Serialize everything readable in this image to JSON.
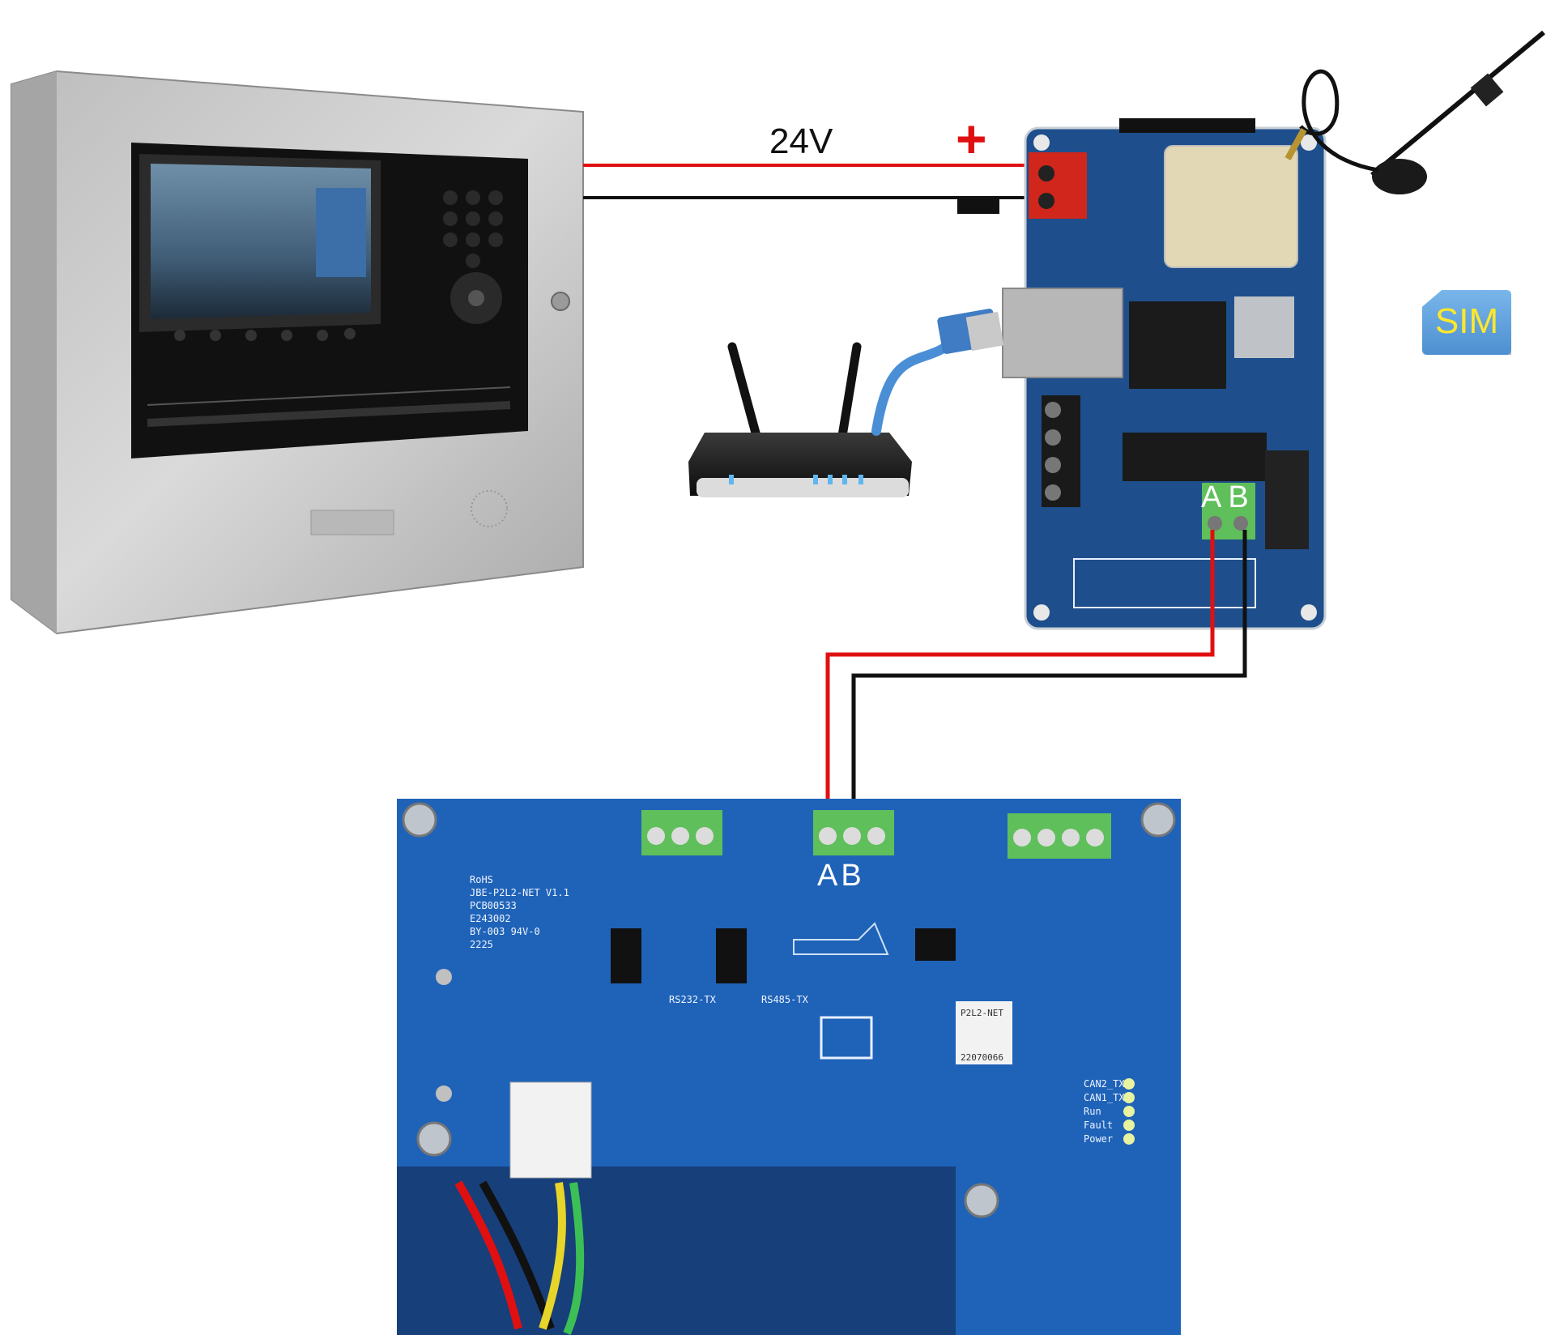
{
  "diagram": {
    "power_label": "24V",
    "polarity_positive": "+",
    "polarity_negative": "−",
    "sim_label": "SIM",
    "bus_terminal_labels": [
      "A",
      "B"
    ],
    "board_silkscreen": [
      "RoHS",
      "JBE-P2L2-NET V1.1",
      "PCB00533",
      "E243002",
      "BY-003 94V-0",
      "2225"
    ],
    "rs232_label": "RS232-TX",
    "rs485_label": "RS485-TX",
    "qr_label": "P2L2-NET",
    "qr_serial": "22070066",
    "led_labels": [
      "CAN2_TX",
      "CAN1_TX",
      "Run",
      "Fault",
      "Power"
    ],
    "colors": {
      "wire_positive": "#e01010",
      "wire_negative": "#111111",
      "pcb_blue": "#1f63b8",
      "module_blue": "#1e4f8c",
      "panel_gray": "#c9c9c9",
      "terminal_green": "#5fbf5a"
    },
    "icons": [
      "fire-panel-icon",
      "gsm-module-icon",
      "router-icon",
      "antenna-icon",
      "sim-card-icon",
      "network-board-icon",
      "ethernet-cable-icon"
    ]
  }
}
